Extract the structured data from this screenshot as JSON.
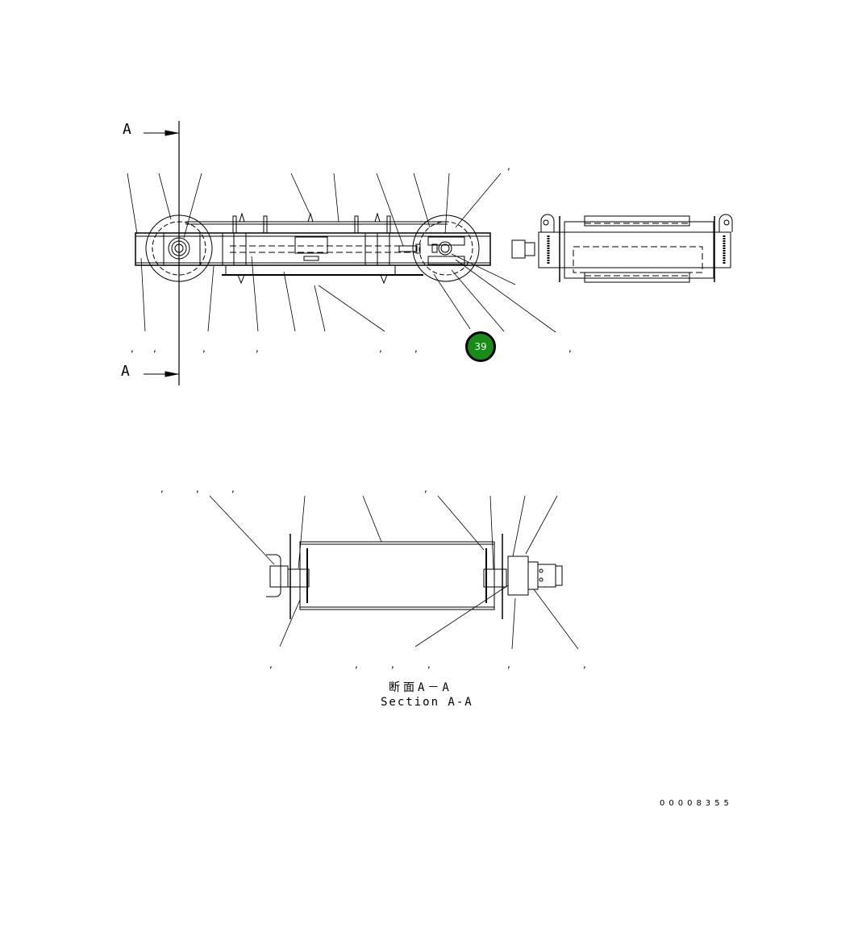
{
  "drawing": {
    "section_marker_top": "A",
    "section_marker_bottom": "A",
    "caption_jp": "断面A－A",
    "caption_en": "Section A-A",
    "drawing_id": "00008355",
    "callout": {
      "label": "39",
      "color": "#1a8a1a",
      "border": "#000000"
    },
    "top_view_part_separators": [
      ",",
      ",",
      ",",
      ",",
      ",",
      ",",
      ",",
      ","
    ],
    "section_view_top_separators": [
      ",",
      ",",
      ",",
      ","
    ],
    "section_view_bottom_separators": [
      ",",
      ",",
      ",",
      ",",
      ",",
      ","
    ]
  }
}
